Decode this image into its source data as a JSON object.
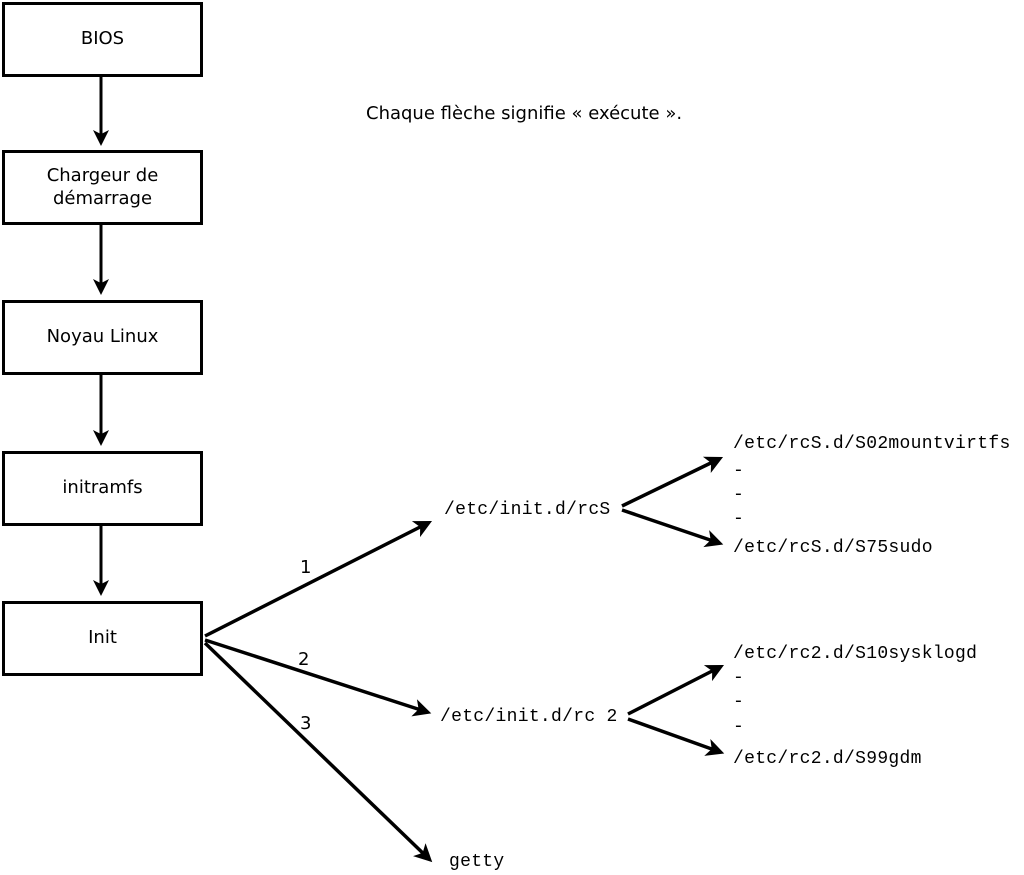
{
  "title": "Chaque flèche signifie « exécute ».",
  "nodes": {
    "bios": "BIOS",
    "bootloader": "Chargeur de démarrage",
    "kernel": "Noyau Linux",
    "initramfs": "initramfs",
    "init": "Init"
  },
  "branches": [
    {
      "label": "1",
      "target": "/etc/init.d/rcS"
    },
    {
      "label": "2",
      "target": "/etc/init.d/rc 2"
    },
    {
      "label": "3",
      "target": "getty"
    }
  ],
  "script_lists": [
    {
      "parent": "/etc/init.d/rcS",
      "first": "/etc/rcS.d/S02mountvirtfs",
      "dashes": [
        "-",
        "-",
        "-"
      ],
      "last": "/etc/rcS.d/S75sudo"
    },
    {
      "parent": "/etc/init.d/rc 2",
      "first": "/etc/rc2.d/S10sysklogd",
      "dashes": [
        "-",
        "-",
        "-"
      ],
      "last": "/etc/rc2.d/S99gdm"
    }
  ],
  "colors": {
    "line": "#000000",
    "text": "#000000",
    "background": "#ffffff"
  }
}
